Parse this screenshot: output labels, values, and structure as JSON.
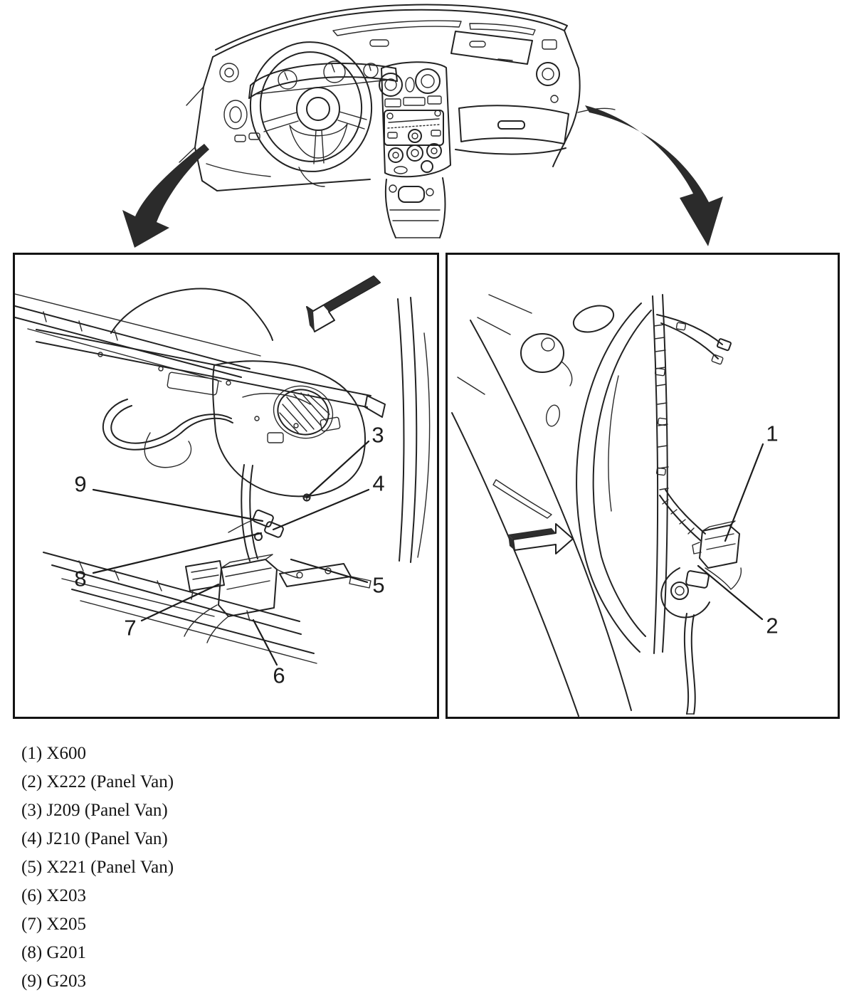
{
  "colors": {
    "ink": "#222222",
    "arrow_fill": "#2b2b2b",
    "bevel_fill": "#2e2e2e",
    "panel_border": "#131313",
    "background": "#ffffff"
  },
  "left_panel": {
    "callouts": {
      "c3": "3",
      "c4": "4",
      "c5": "5",
      "c6": "6",
      "c7": "7",
      "c8": "8",
      "c9": "9"
    }
  },
  "right_panel": {
    "callouts": {
      "c1": "1",
      "c2": "2"
    }
  },
  "legend": {
    "items": [
      "(1) X600",
      "(2) X222 (Panel Van)",
      "(3) J209 (Panel Van)",
      "(4) J210 (Panel Van)",
      "(5) X221 (Panel Van)",
      "(6) X203",
      "(7) X205",
      "(8) G201",
      "(9) G203"
    ]
  }
}
